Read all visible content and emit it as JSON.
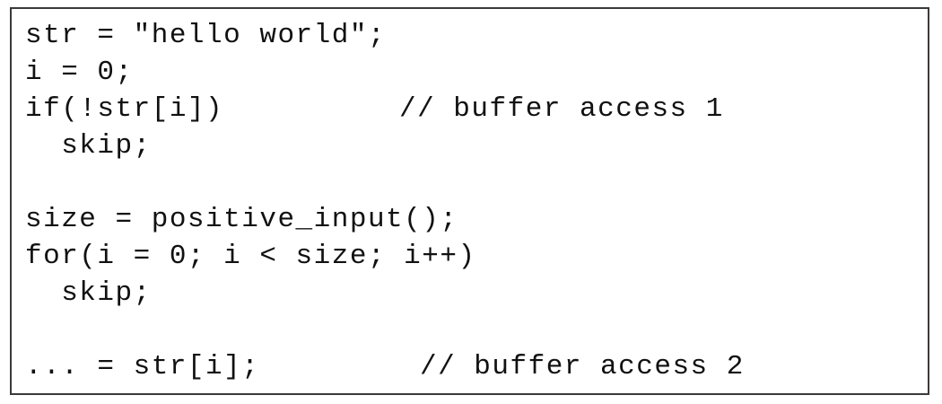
{
  "code": {
    "lines": [
      "str = \"hello world\";",
      "i = 0;",
      "if(!str[i])",
      "  skip;",
      "",
      "size = positive_input();",
      "for(i = 0; i < size; i++)",
      "  skip;",
      "",
      "... = str[i];"
    ],
    "comments": {
      "line3": "// buffer access 1",
      "line10": "// buffer access 2"
    }
  }
}
